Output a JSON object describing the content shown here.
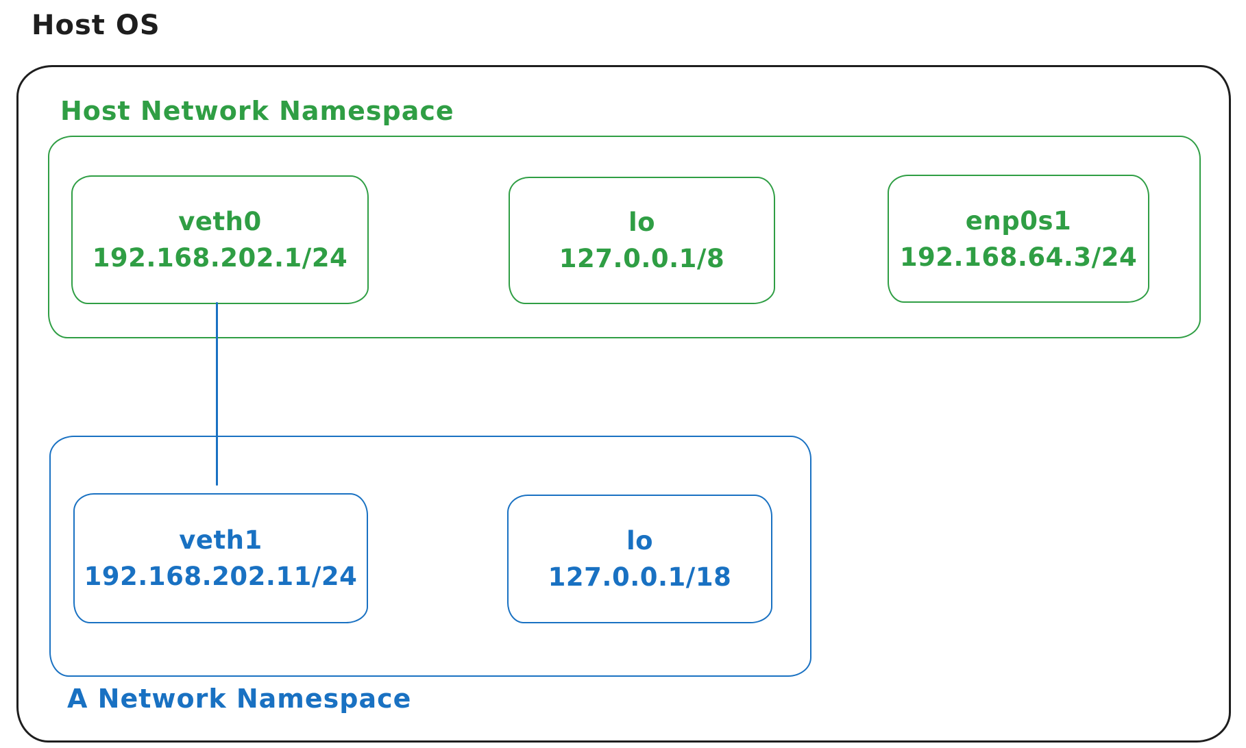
{
  "title": "Host OS",
  "colors": {
    "outline": "#1e1e1e",
    "host_namespace": "#2f9e44",
    "a_namespace": "#1971c2",
    "background": "#ffffff"
  },
  "host_namespace": {
    "label": "Host Network Namespace",
    "interfaces": [
      {
        "name": "veth0",
        "address": "192.168.202.1/24"
      },
      {
        "name": "lo",
        "address": "127.0.0.1/8"
      },
      {
        "name": "enp0s1",
        "address": "192.168.64.3/24"
      }
    ]
  },
  "a_namespace": {
    "label": "A Network Namespace",
    "interfaces": [
      {
        "name": "veth1",
        "address": "192.168.202.11/24"
      },
      {
        "name": "lo",
        "address": "127.0.0.1/18"
      }
    ]
  },
  "connection": {
    "from": "veth0",
    "to": "veth1"
  }
}
